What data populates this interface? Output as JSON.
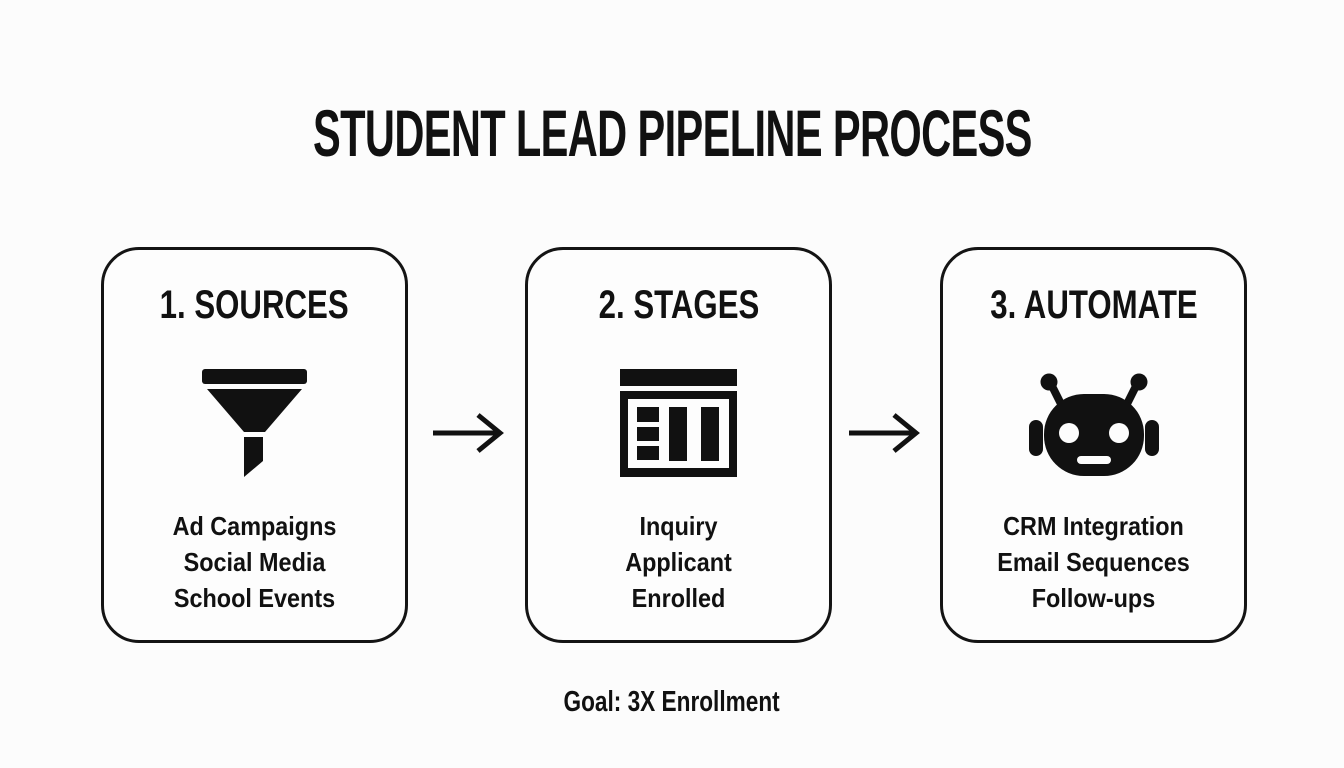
{
  "title": "STUDENT LEAD PIPELINE PROCESS",
  "goal": "Goal: 3X Enrollment",
  "colors": {
    "ink": "#111111",
    "background": "#fcfcfc",
    "card_border": "#141414"
  },
  "arrows": [
    {
      "name": "arrow-sources-to-stages",
      "glyph": "→"
    },
    {
      "name": "arrow-stages-to-automate",
      "glyph": "→"
    }
  ],
  "boxes": [
    {
      "heading": "1. SOURCES",
      "icon": "funnel-icon",
      "items": [
        "Ad Campaigns",
        "Social Media",
        "School Events"
      ]
    },
    {
      "heading": "2. STAGES",
      "icon": "kanban-board-icon",
      "items": [
        "Inquiry",
        "Applicant",
        "Enrolled"
      ]
    },
    {
      "heading": "3. AUTOMATE",
      "icon": "robot-icon",
      "items": [
        "CRM Integration",
        "Email Sequences",
        "Follow-ups"
      ]
    }
  ]
}
